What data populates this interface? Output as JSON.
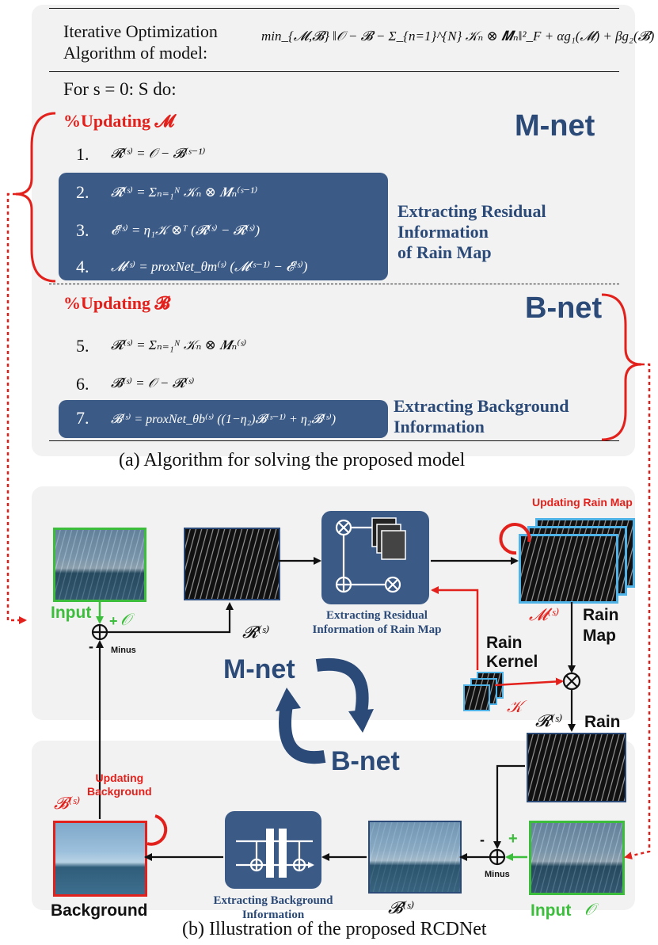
{
  "panel_a": {
    "header_label_line1": "Iterative Optimization",
    "header_label_line2": "Algorithm of model:",
    "objective": "min_{𝓜,𝓑} ‖𝒪 − 𝓑 − Σ_{n=1}^{N} 𝒦ₙ ⊗ 𝑴ₙ‖²_F + αg₁(𝓜) + βg₂(𝓑)",
    "loop": "For  s = 0: S do:",
    "update_m": {
      "heading": "%Updating 𝓜",
      "net": "M-net",
      "steps": [
        {
          "num": "1.",
          "eq": "𝓡̂⁽ˢ⁾ = 𝒪 − 𝓑⁽ˢ⁻¹⁾"
        },
        {
          "num": "2.",
          "eq": "𝓡̃⁽ˢ⁾ = Σₙ₌₁ᴺ 𝒦ₙ ⊗ 𝑴ₙ⁽ˢ⁻¹⁾"
        },
        {
          "num": "3.",
          "eq": "𝓔⁽ˢ⁾ = η₁𝒦 ⊗ᵀ (𝓡̃⁽ˢ⁾ − 𝓡̂⁽ˢ⁾)"
        },
        {
          "num": "4.",
          "eq": "𝓜⁽ˢ⁾ = proxNet_θm⁽ˢ⁾ (𝓜⁽ˢ⁻¹⁾ − 𝓔⁽ˢ⁾)"
        }
      ],
      "note": "Extracting Residual Information of Rain Map",
      "note_lines": [
        "Extracting Residual",
        "Information",
        "of Rain Map"
      ]
    },
    "update_b": {
      "heading": "%Updating 𝓑",
      "net": "B-net",
      "steps": [
        {
          "num": "5.",
          "eq": "𝓡⁽ˢ⁾ = Σₙ₌₁ᴺ 𝒦ₙ ⊗ 𝑴ₙ⁽ˢ⁾"
        },
        {
          "num": "6.",
          "eq": "𝓑̂⁽ˢ⁾ = 𝒪 − 𝓡⁽ˢ⁾"
        },
        {
          "num": "7.",
          "eq": "𝓑⁽ˢ⁾ = proxNet_θb⁽ˢ⁾ ((1−η₂)𝓑⁽ˢ⁻¹⁾ + η₂𝓑̂⁽ˢ⁾)"
        }
      ],
      "note_lines": [
        "Extracting Background",
        "Information"
      ]
    },
    "caption": "(a)  Algorithm for solving the proposed model"
  },
  "panel_b": {
    "input_label": "Input",
    "input_sym": "𝒪",
    "plus": "+",
    "minus": "-",
    "minus_word": "Minus",
    "r_hat": "𝓡̂⁽ˢ⁾",
    "residual_caption_lines": [
      "Extracting Residual",
      "Information of Rain Map"
    ],
    "updating_rain_map": "Updating Rain Map",
    "m_sym": "𝓜⁽ˢ⁾",
    "rain_map_lines": [
      "Rain",
      "Map"
    ],
    "rain_kernel_lines": [
      "Rain",
      "Kernel"
    ],
    "k_sym": "𝒦",
    "r_sym": "𝓡⁽ˢ⁾",
    "rain_label": "Rain",
    "mnet": "M-net",
    "bnet": "B-net",
    "b_sym": "𝓑⁽ˢ⁾",
    "updating_background_lines": [
      "Updating",
      "Background"
    ],
    "background_label": "Background",
    "background_caption_lines": [
      "Extracting Background",
      "Information"
    ],
    "b_hat": "𝓑̂⁽ˢ⁾",
    "input2_label": "Input",
    "input2_sym": "𝒪",
    "caption": "(b)  Illustration of the proposed RCDNet"
  },
  "colors": {
    "navy": "#2b4a78",
    "box_blue": "#3b5a86",
    "red": "#e3211c",
    "green": "#3cbe3c",
    "light_blue_frame": "#4fb3e8"
  }
}
